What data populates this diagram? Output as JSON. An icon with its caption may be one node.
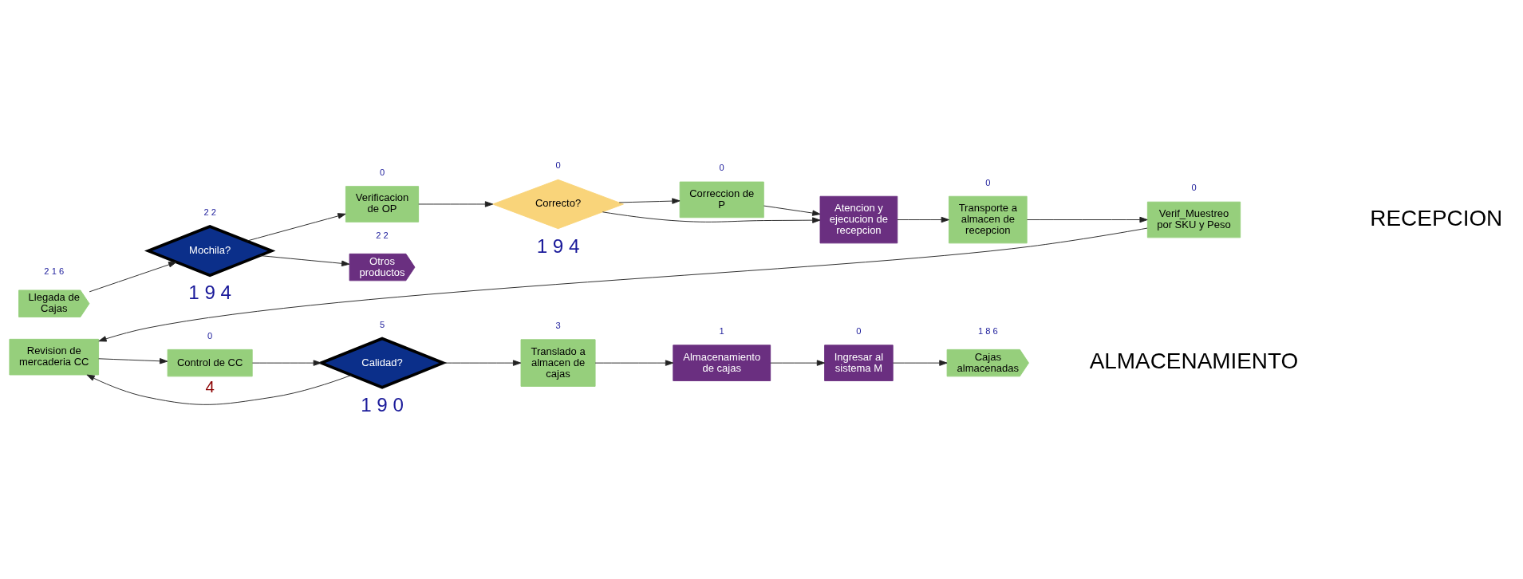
{
  "diagram": {
    "nodes": [
      {
        "text": [
          "Llegada de Cajas"
        ],
        "beside": [
          "2 1 6"
        ]
      },
      {
        "text": [
          "Mochila?"
        ],
        "beside": [
          "1 9 4",
          "2 2"
        ]
      },
      {
        "text": [
          "Verificacion de OP"
        ],
        "beside": [
          "0"
        ]
      },
      {
        "text": [
          "Otros productos"
        ],
        "beside": [
          "2 2"
        ]
      },
      {
        "text": [
          "Correcto?"
        ],
        "beside": [
          "1 9 4",
          "0"
        ]
      },
      {
        "text": [
          "Correccion de P"
        ],
        "beside": [
          "0"
        ]
      },
      {
        "text": [
          "Atencion y ejecucion de recepcion"
        ]
      },
      {
        "text": [
          "Transporte a almacen de recepcion"
        ],
        "beside": [
          "0"
        ]
      },
      {
        "text": [
          "Verif_Muestreo por SKU y Peso"
        ],
        "beside": [
          "0"
        ]
      },
      {
        "text": [
          "Revision de mercaderia CC"
        ]
      },
      {
        "text": [
          "Control de CC"
        ],
        "beside": [
          "0"
        ]
      },
      {
        "text": [
          "Calidad?"
        ],
        "beside": [
          "1 9 0",
          "5"
        ]
      },
      {
        "text": [
          "Translado a almacen de cajas"
        ],
        "beside": [
          "3"
        ]
      },
      {
        "text": [
          "Almacenamiento de cajas"
        ],
        "beside": [
          "1"
        ]
      },
      {
        "text": [
          "Ingresar al sistema M"
        ],
        "beside": [
          "0"
        ]
      },
      {
        "text": [
          "Cajas almacenadas"
        ],
        "beside": [
          "1 8 6"
        ]
      }
    ],
    "edges": [
      {
        "from": 0,
        "to": 1,
        "arrow": "to"
      },
      {
        "from": 1,
        "to": 2,
        "arrow": "to"
      },
      {
        "from": 1,
        "to": 3,
        "arrow": "to"
      },
      {
        "from": 2,
        "to": 4,
        "arrow": "to"
      },
      {
        "from": 4,
        "to": 6,
        "arrow": "to"
      },
      {
        "from": 4,
        "to": 5,
        "arrow": "to"
      },
      {
        "from": 5,
        "to": 6,
        "arrow": "to"
      },
      {
        "from": 6,
        "to": 7,
        "arrow": "to"
      },
      {
        "from": 7,
        "to": 8,
        "arrow": "to"
      },
      {
        "from": 8,
        "to": 9,
        "arrow": "to"
      },
      {
        "from": 9,
        "to": 10,
        "arrow": "to"
      },
      {
        "from": 10,
        "to": 11,
        "arrow": "to"
      },
      {
        "from": 11,
        "to": 12,
        "arrow": "to"
      },
      {
        "from": 11,
        "to": 9,
        "arrow": "to",
        "label": "4"
      },
      {
        "from": 12,
        "to": 13,
        "arrow": "to"
      },
      {
        "from": 13,
        "to": 14,
        "arrow": "to"
      },
      {
        "from": 14,
        "to": 15,
        "arrow": "to"
      }
    ],
    "labels": [
      "RECEPCION",
      "ALMACENAMIENTO"
    ]
  }
}
